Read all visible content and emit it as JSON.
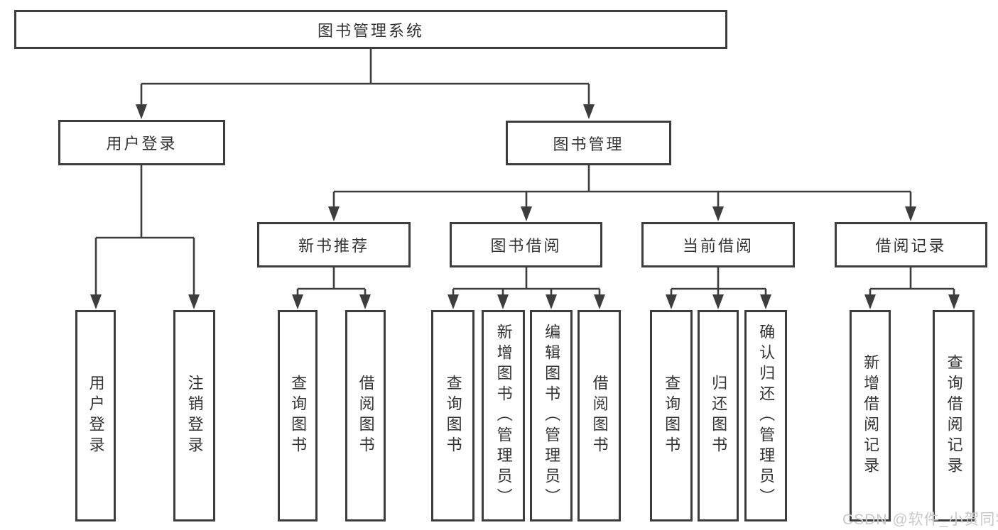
{
  "tree": {
    "label": "图书管理系统",
    "children": [
      {
        "label": "用户登录",
        "children": [
          {
            "label": "用户登录"
          },
          {
            "label": "注销登录"
          }
        ]
      },
      {
        "label": "图书管理",
        "children": [
          {
            "label": "新书推荐",
            "children": [
              {
                "label": "查询图书"
              },
              {
                "label": "借阅图书"
              }
            ]
          },
          {
            "label": "图书借阅",
            "children": [
              {
                "label": "查询图书"
              },
              {
                "label": "新增图书（管理员）"
              },
              {
                "label": "编辑图书（管理员）"
              },
              {
                "label": "借阅图书"
              }
            ]
          },
          {
            "label": "当前借阅",
            "children": [
              {
                "label": "查询图书"
              },
              {
                "label": "归还图书"
              },
              {
                "label": "确认归还（管理员）"
              }
            ]
          },
          {
            "label": "借阅记录",
            "children": [
              {
                "label": "新增借阅记录"
              },
              {
                "label": "查询借阅记录"
              }
            ]
          }
        ]
      }
    ]
  },
  "watermark": {
    "text": "CSDN @软件_小贺同学"
  },
  "colors": {
    "line": "#3d3d3d",
    "box_border": "#3d3d3d",
    "text": "#333333",
    "watermark": "#c9c9c9",
    "background": "#ffffff"
  }
}
